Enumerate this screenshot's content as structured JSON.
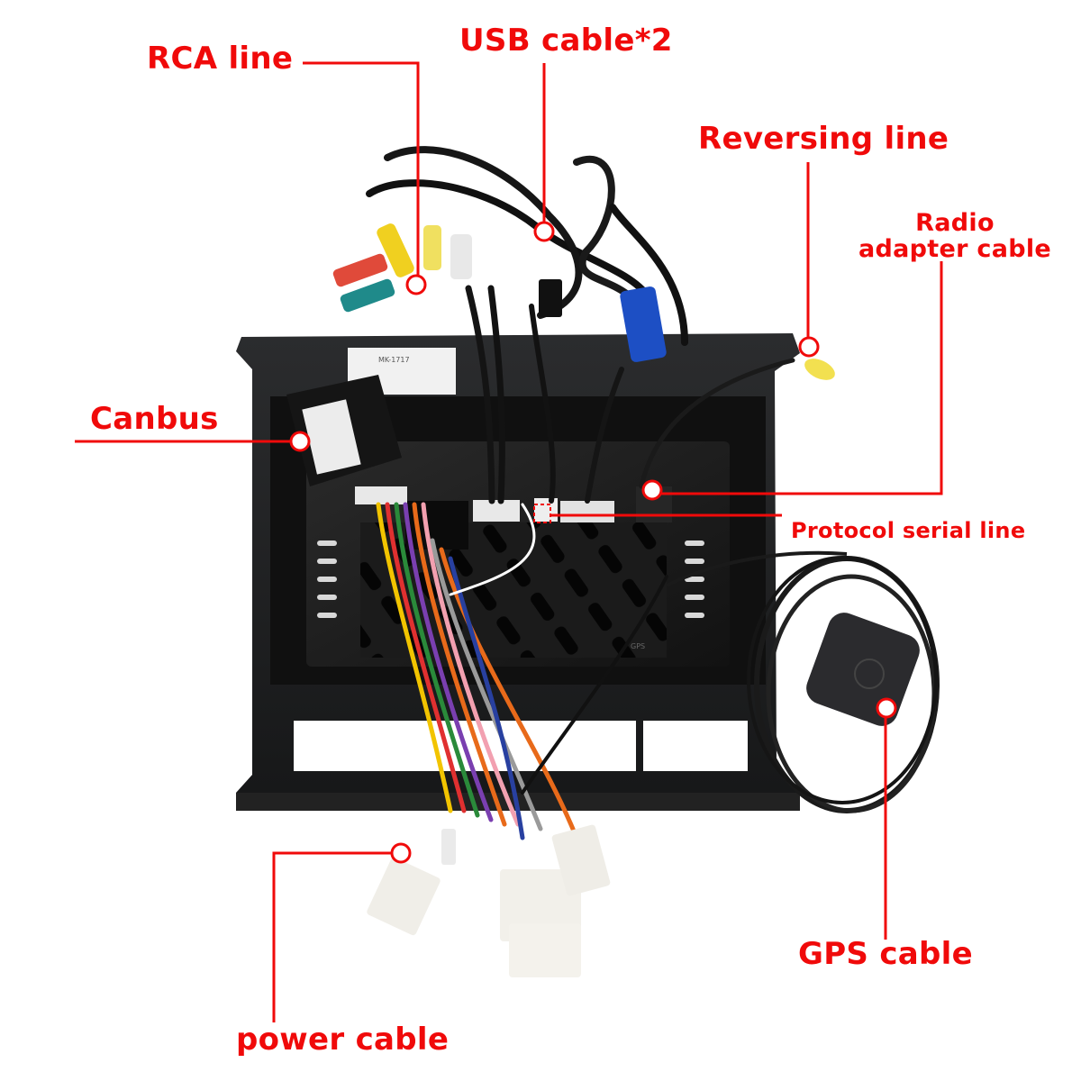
{
  "title": "Car stereo rear wiring diagram",
  "accent_color": "#f00a0a",
  "callouts": {
    "rca_line": {
      "label": "RCA line"
    },
    "usb_cable": {
      "label": "USB cable*2"
    },
    "reversing_line": {
      "label": "Reversing line"
    },
    "radio_adapter": {
      "line1": "Radio",
      "line2": "adapter cable"
    },
    "canbus": {
      "label": "Canbus"
    },
    "protocol_serial": {
      "label": "Protocol serial line"
    },
    "gps_cable": {
      "label": "GPS cable"
    },
    "power_cable": {
      "label": "power cable"
    }
  },
  "device_labels": {
    "model_sticker": "MK-1717",
    "gps_port": "GPS"
  }
}
